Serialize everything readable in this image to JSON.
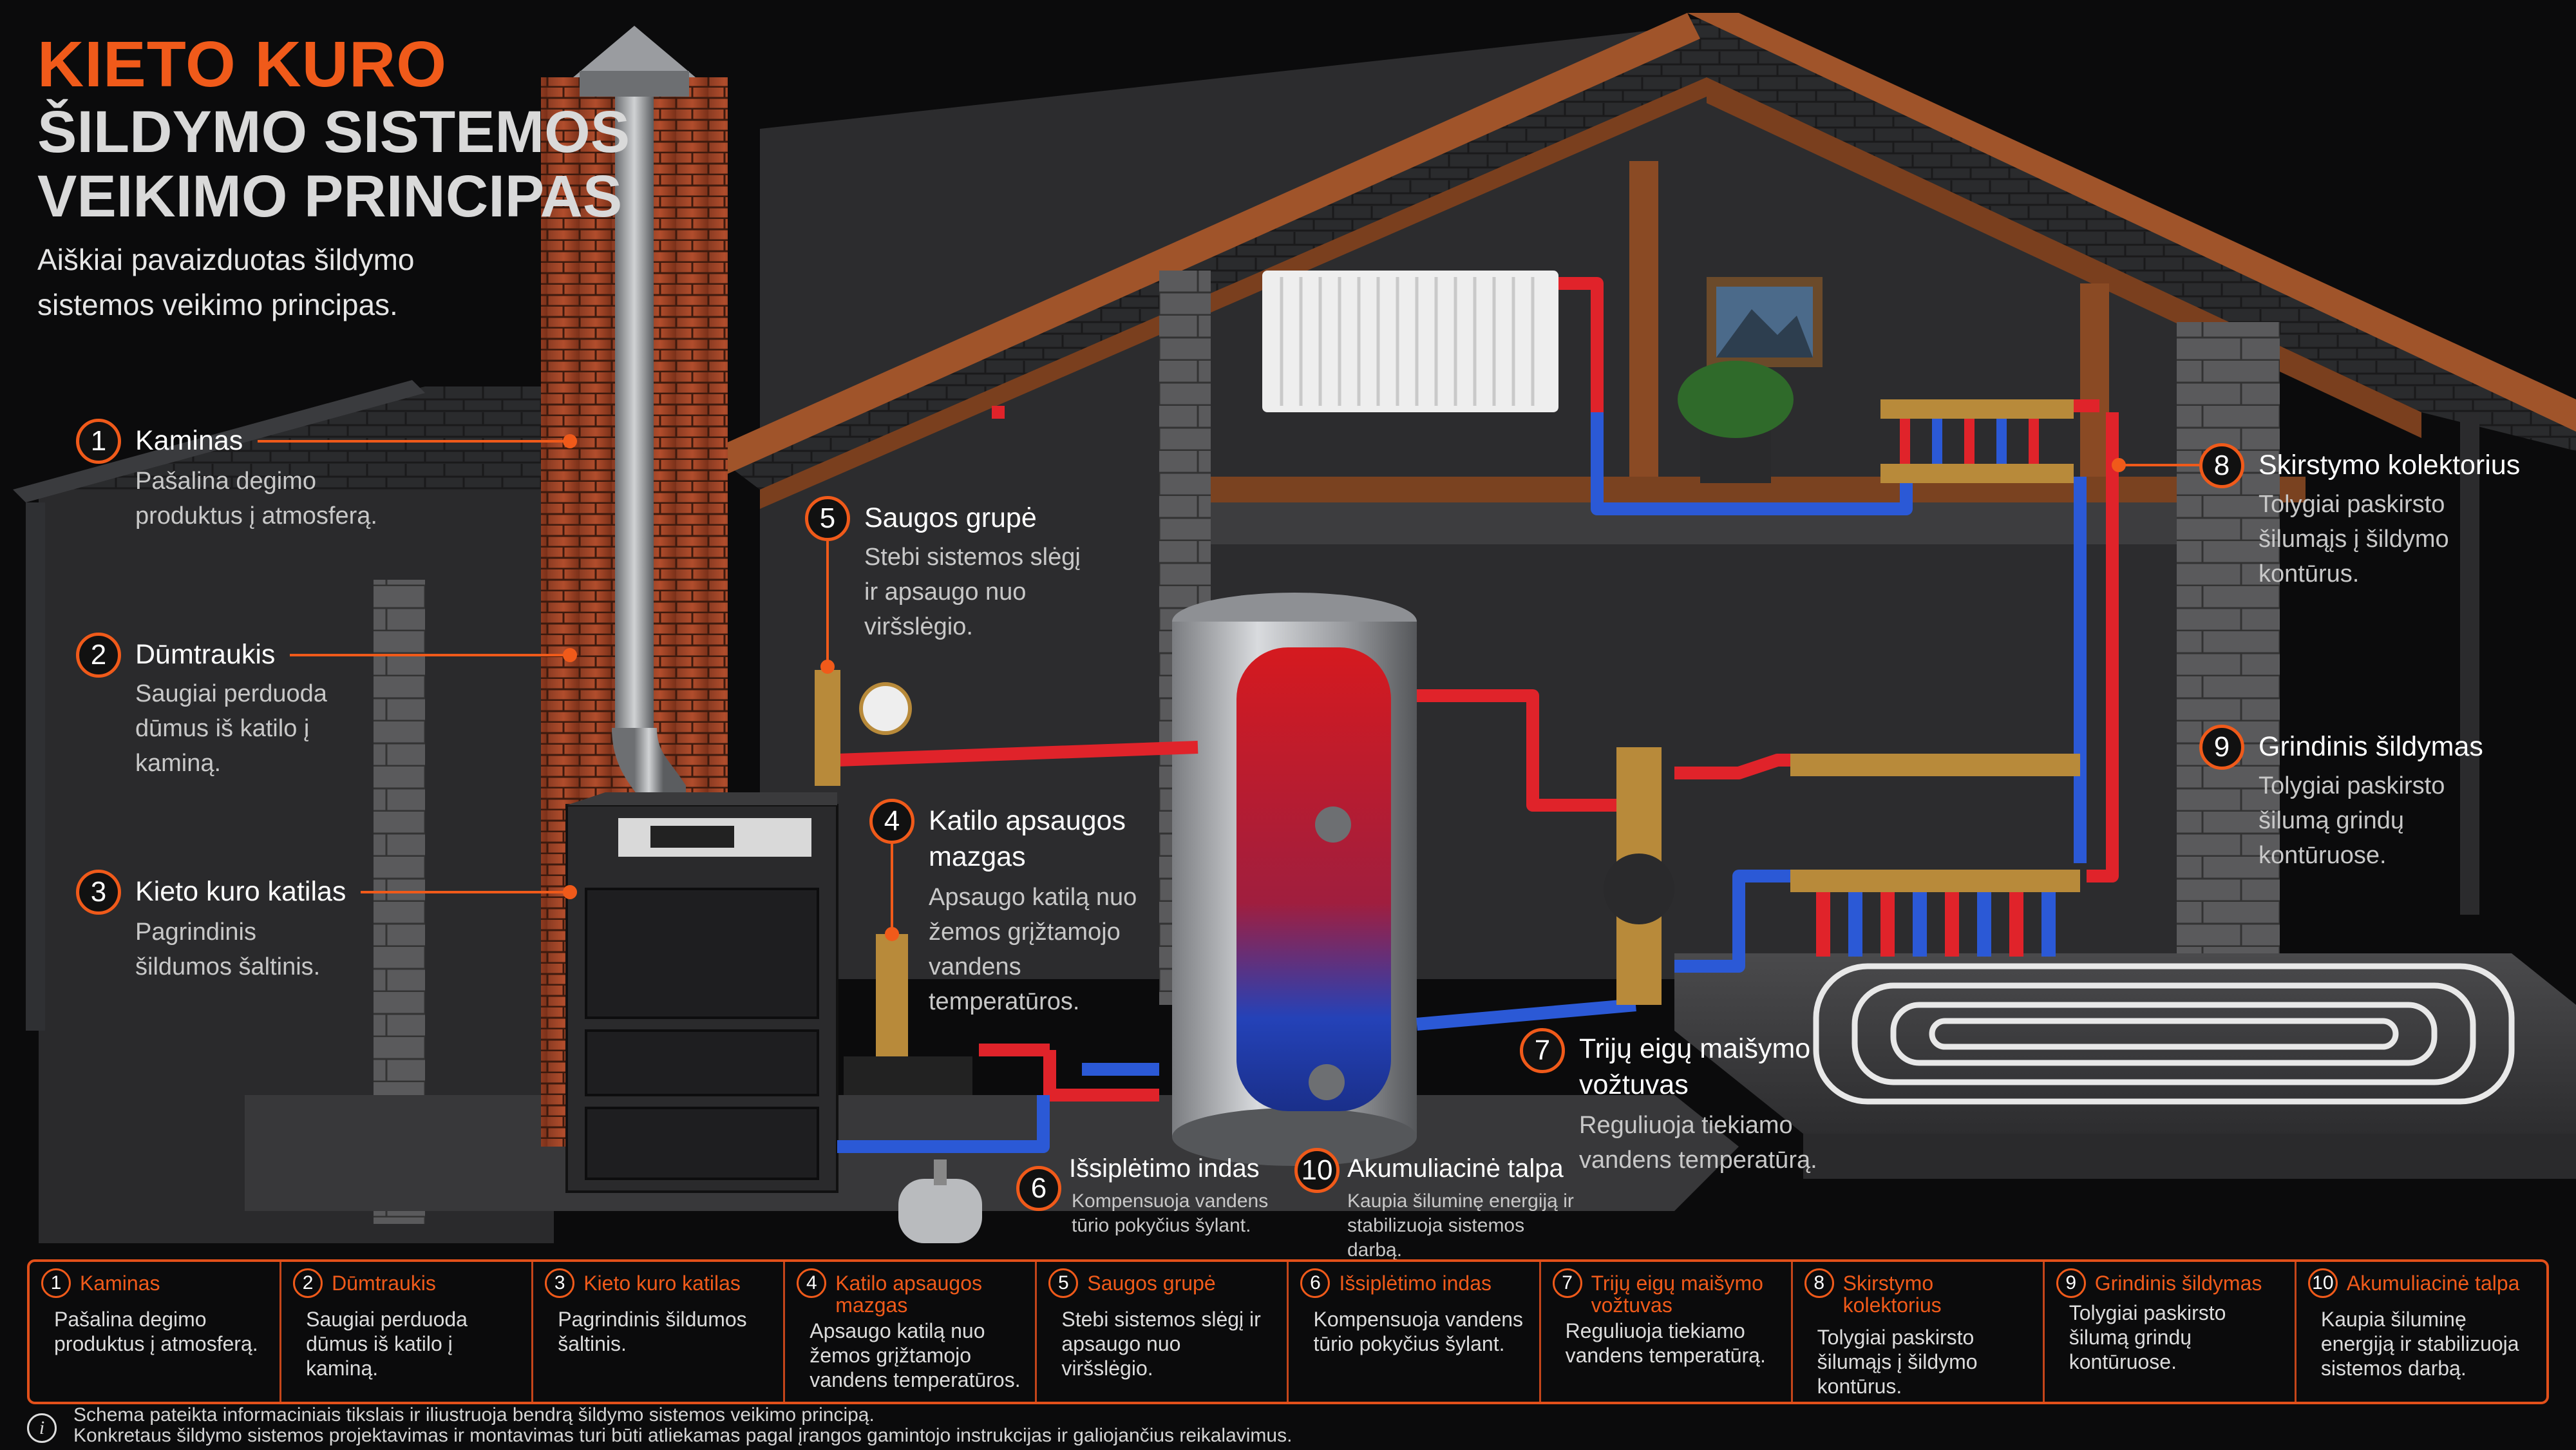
{
  "header": {
    "title_line1": "KIETO KURO",
    "title_line2": "ŠILDYMO SISTEMOS",
    "title_line3": "VEIKIMO PRINCIPAS",
    "subtitle": "Aiškiai pavaizduotas šildymo sistemos veikimo principas."
  },
  "callouts": [
    {
      "num": "1",
      "title": "Kaminas",
      "desc": "Pašalina degimo produktus į atmosferą."
    },
    {
      "num": "2",
      "title": "Dūmtraukis",
      "desc": "Saugiai perduoda dūmus iš katilo į kaminą."
    },
    {
      "num": "3",
      "title": "Kieto kuro katilas",
      "desc": "Pagrindinis šildumos šaltinis."
    },
    {
      "num": "4",
      "title": "Katilo apsaugos mazgas",
      "desc": "Apsaugo katilą nuo žemos grįžtamojo vandens temperatūros."
    },
    {
      "num": "5",
      "title": "Saugos grupė",
      "desc": "Stebi sistemos slėgį ir apsaugo nuo viršslėgio."
    },
    {
      "num": "6",
      "title": "Išsiplėtimo indas",
      "desc": "Kompensuoja vandens tūrio pokyčius šylant."
    },
    {
      "num": "7",
      "title": "Trijų eigų maišymo vožtuvas",
      "desc": "Reguliuoja tiekiamo vandens temperatūrą."
    },
    {
      "num": "8",
      "title": "Skirstymo kolektorius",
      "desc": "Tolygiai paskirsto šilumąįs į šildymo kontūrus."
    },
    {
      "num": "9",
      "title": "Grindinis šildymas",
      "desc": "Tolygiai paskirsto šilumą grindų kontūruose."
    },
    {
      "num": "10",
      "title": "Akumuliacinė talpa",
      "desc": "Kaupia šiluminę energiją ir stabilizuoja sistemos darbą."
    }
  ],
  "legend": [
    {
      "num": "1",
      "title": "Kaminas",
      "desc": "Pašalina degimo produktus į atmosferą."
    },
    {
      "num": "2",
      "title": "Dūmtraukis",
      "desc": "Saugiai perduoda dūmus iš katilo į kaminą."
    },
    {
      "num": "3",
      "title": "Kieto kuro katilas",
      "desc": "Pagrindinis šildumos šaltinis."
    },
    {
      "num": "4",
      "title": "Katilo apsaugos mazgas",
      "desc": "Apsaugo katilą nuo žemos grįžtamojo vandens temperatūros."
    },
    {
      "num": "5",
      "title": "Saugos grupė",
      "desc": "Stebi sistemos slėgį ir apsaugo nuo viršslėgio."
    },
    {
      "num": "6",
      "title": "Išsiplėtimo indas",
      "desc": "Kompensuoja vandens tūrio pokyčius šylant."
    },
    {
      "num": "7",
      "title": "Trijų eigų maišymo vožtuvas",
      "desc": "Reguliuoja tiekiamo vandens temperatūrą."
    },
    {
      "num": "8",
      "title": "Skirstymo kolektorius",
      "desc": "Tolygiai paskirsto šilumąįs į šildymo kontūrus."
    },
    {
      "num": "9",
      "title": "Grindinis šildymas",
      "desc": "Tolygiai paskirsto šilumą grindų kontūruose."
    },
    {
      "num": "10",
      "title": "Akumuliacinė talpa",
      "desc": "Kaupia šiluminę energiją ir stabilizuoja sistemos darbą."
    }
  ],
  "footnote": {
    "line1": "Schema pateikta informaciniais tikslais ir iliustruoja bendrą šildymo sistemos veikimo principą.",
    "line2": "Konkretaus šildymo sistemos projektavimas ir montavimas turi būti atliekamas pagal įrangos gamintojo instrukcijas ir galiojančius reikalavimus."
  },
  "colors": {
    "accent": "#f05a1a",
    "hot_pipe": "#e0232a",
    "cold_pipe": "#2b59d6",
    "background": "#0b0b0c"
  }
}
